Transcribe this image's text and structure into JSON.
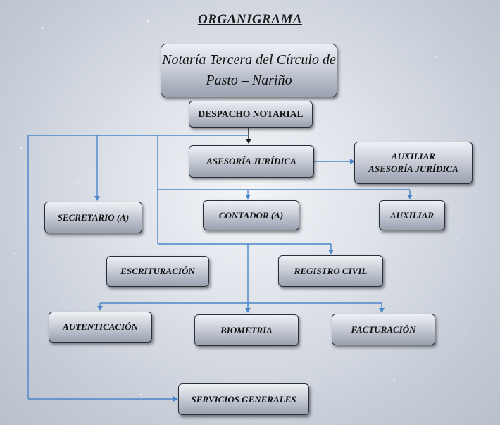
{
  "title": "ORGANIGRAMA",
  "org": {
    "top": {
      "line1": "Notaría Tercera del Círculo de",
      "line2": "Pasto – Nariño"
    },
    "despacho": "DESPACHO NOTARIAL",
    "asesoria": "ASESORÍA JURÍDICA",
    "auxiliar_asesoria": {
      "line1": "AUXILIAR",
      "line2": "ASESORÍA JURÍDICA"
    },
    "secretario": "SECRETARIO (A)",
    "contador": "CONTADOR (A)",
    "auxiliar": "AUXILIAR",
    "escrituracion": "ESCRITURACIÓN",
    "registro_civil": "REGISTRO CIVIL",
    "autenticacion": "AUTENTICACIÓN",
    "biometria": "BIOMETRÍA",
    "facturacion": "FACTURACIÓN",
    "servicios_generales": "SERVICIOS GENERALES"
  },
  "colors": {
    "connector": "#4a86c8",
    "box_border": "#2a2f3a"
  }
}
